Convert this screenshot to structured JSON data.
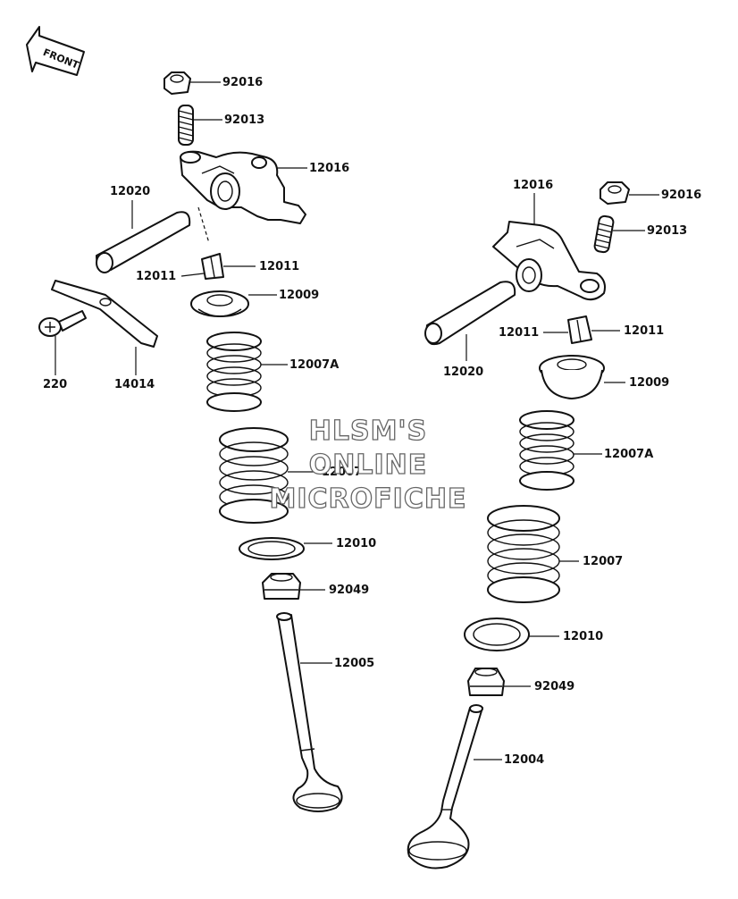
{
  "diagram": {
    "front_label": "FRONT",
    "watermark": [
      "HLSM'S",
      "ONLINE",
      "MICROFICHE"
    ],
    "labels": {
      "l_92016": "92016",
      "l_92013": "92013",
      "l_12016": "12016",
      "l_12020": "12020",
      "l_12011a": "12011",
      "l_12011b": "12011",
      "l_12009": "12009",
      "l_220": "220",
      "l_14014": "14014",
      "l_12007A": "12007A",
      "l_12007": "12007",
      "l_12010": "12010",
      "l_92049": "92049",
      "l_12005": "12005",
      "r_12016": "12016",
      "r_92016": "92016",
      "r_92013": "92013",
      "r_12020": "12020",
      "r_12011a": "12011",
      "r_12011b": "12011",
      "r_12009": "12009",
      "r_12007A": "12007A",
      "r_12007": "12007",
      "r_12010": "12010",
      "r_92049": "92049",
      "r_12004": "12004"
    }
  }
}
